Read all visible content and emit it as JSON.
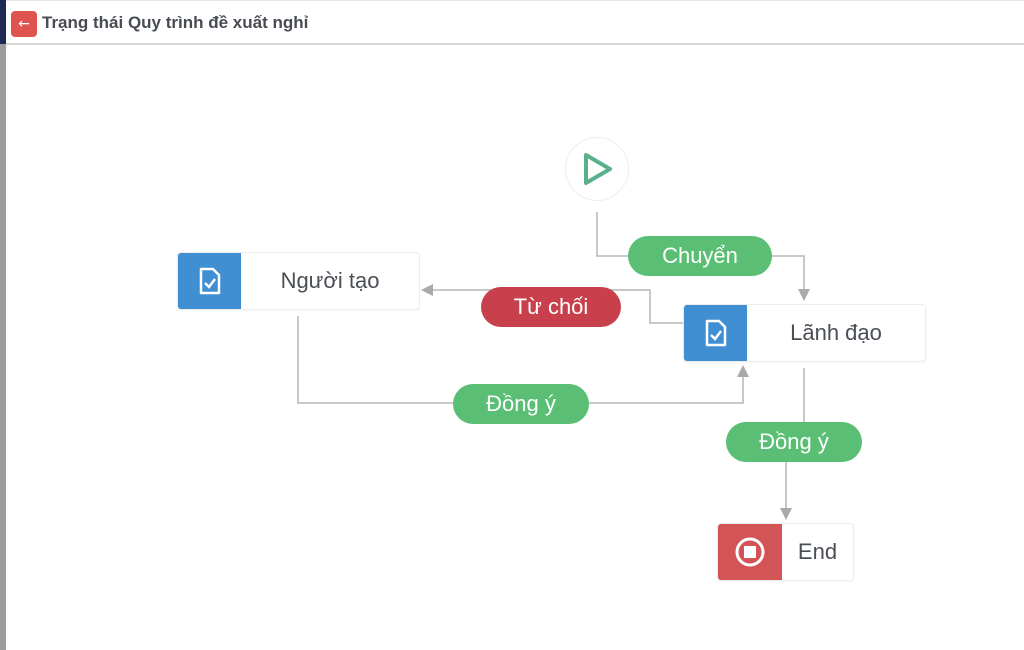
{
  "header": {
    "title": "Trạng thái Quy trình đề xuất nghỉ",
    "back_icon": "arrow-left-icon"
  },
  "colors": {
    "task": "#3f8fd2",
    "end": "#d35456",
    "approve": "#5abf74",
    "reject": "#c8404b",
    "start": "#5bb08c"
  },
  "nodes": {
    "creator": "Người tạo",
    "leader": "Lãnh đạo",
    "end": "End"
  },
  "edges": {
    "submit": "Chuyển",
    "reject": "Từ chối",
    "approve1": "Đồng ý",
    "approve2": "Đồng ý"
  }
}
